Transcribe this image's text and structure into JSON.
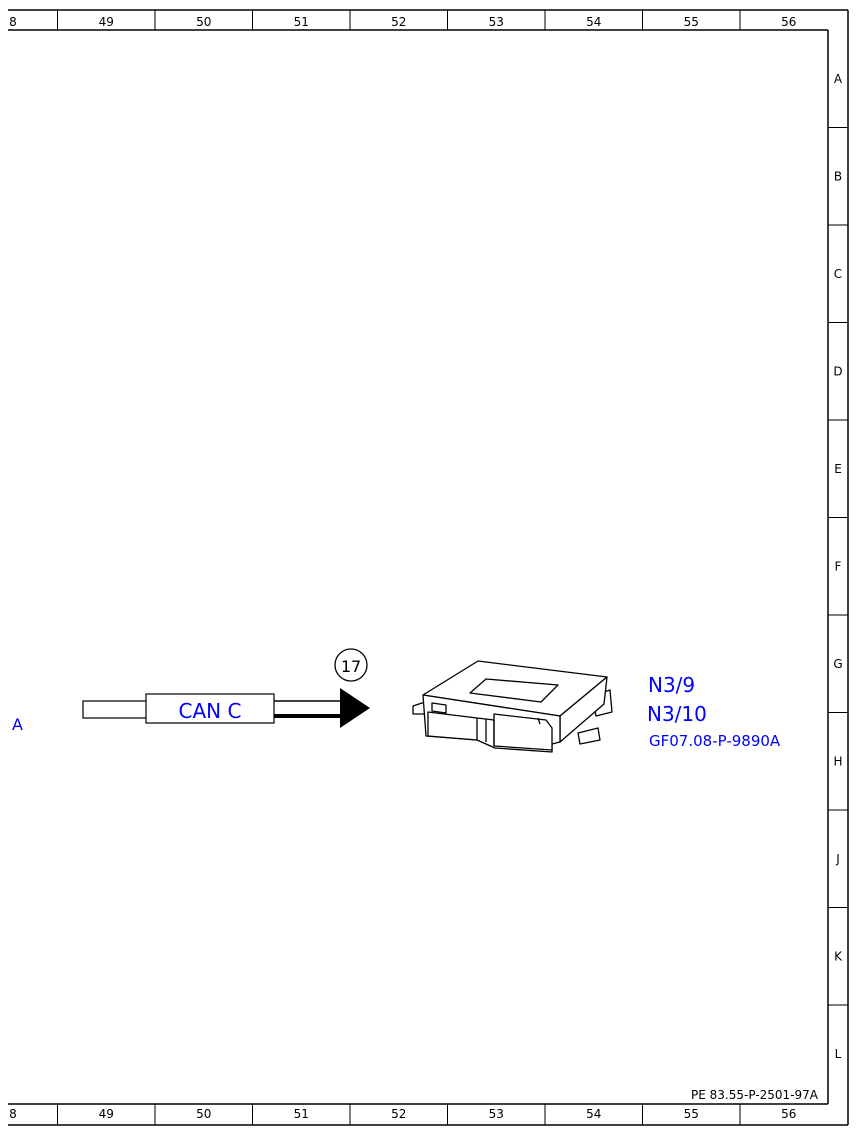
{
  "top_ruler": [
    "8",
    "49",
    "50",
    "51",
    "52",
    "53",
    "54",
    "55",
    "56"
  ],
  "bottom_ruler": [
    "8",
    "49",
    "50",
    "51",
    "52",
    "53",
    "54",
    "55",
    "56"
  ],
  "side_ruler": [
    "A",
    "B",
    "C",
    "D",
    "E",
    "F",
    "G",
    "H",
    "J",
    "K",
    "L"
  ],
  "left_edge_label": "A",
  "bus": {
    "label": "CAN C"
  },
  "callout": {
    "number": "17"
  },
  "component": {
    "code_1": "N3/9",
    "code_2": "N3/10",
    "reference": "GF07.08-P-9890A"
  },
  "document_id": "PE 83.55-P-2501-97A",
  "colors": {
    "link_text": "#0000ff",
    "line": "#000000"
  }
}
